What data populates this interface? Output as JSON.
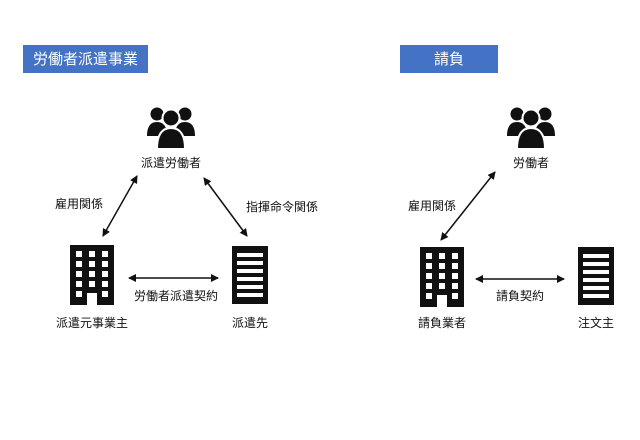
{
  "colors": {
    "header_bg": "#4472C4",
    "icon": "#111111",
    "text": "#111111"
  },
  "icons": {
    "people": "people-group-icon",
    "office": "office-building-icon",
    "company": "company-building-icon"
  },
  "left_panel": {
    "title": "労働者派遣事業",
    "worker_label": "派遣労働者",
    "employer_label": "派遣元事業主",
    "client_label": "派遣先",
    "edge_employment": "雇用関係",
    "edge_command": "指揮命令関係",
    "edge_contract": "労働者派遣契約"
  },
  "right_panel": {
    "title": "請負",
    "worker_label": "労働者",
    "contractor_label": "請負業者",
    "orderer_label": "注文主",
    "edge_employment": "雇用関係",
    "edge_contract": "請負契約"
  }
}
